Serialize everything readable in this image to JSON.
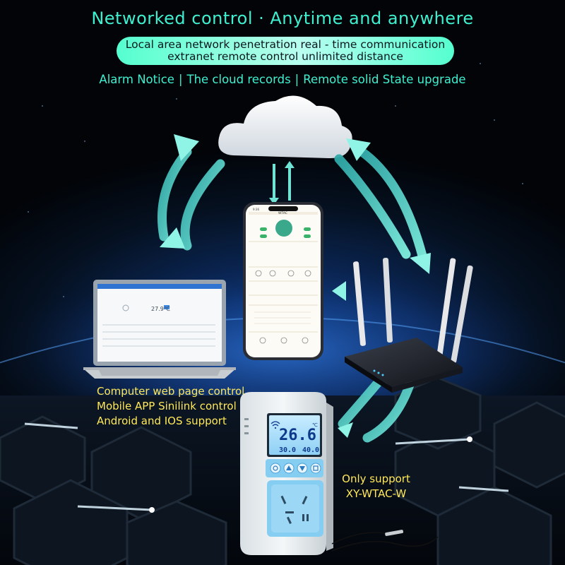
{
  "header": {
    "title": "Networked control · Anytime and anywhere",
    "banner_line1": "Local area network penetration real - time communication",
    "banner_line2": "extranet remote control unlimited distance"
  },
  "features": [
    "Alarm Notice",
    "The cloud records",
    "Remote solid State upgrade"
  ],
  "left_caption": [
    "Computer web page control",
    "Mobile APP Sinilink control",
    "Android and IOS support"
  ],
  "right_caption": [
    "Only support",
    "XY-WTAC-W"
  ],
  "phone": {
    "app_title": "WTAC",
    "status_time": "9:36"
  },
  "laptop": {
    "screen_temp": "27.9℃"
  },
  "device": {
    "current_temp": "26.6",
    "unit": "℃",
    "set_low": "30.0",
    "set_high": "40.0"
  },
  "colors": {
    "heading": "#3ff0d0",
    "caption": "#ffe85a",
    "banner": "#7cffd8",
    "arrow": "#4fd8c8",
    "lcd": "#aee4ff",
    "device_body": "#e8eef0",
    "device_accent": "#6cc4f0"
  }
}
